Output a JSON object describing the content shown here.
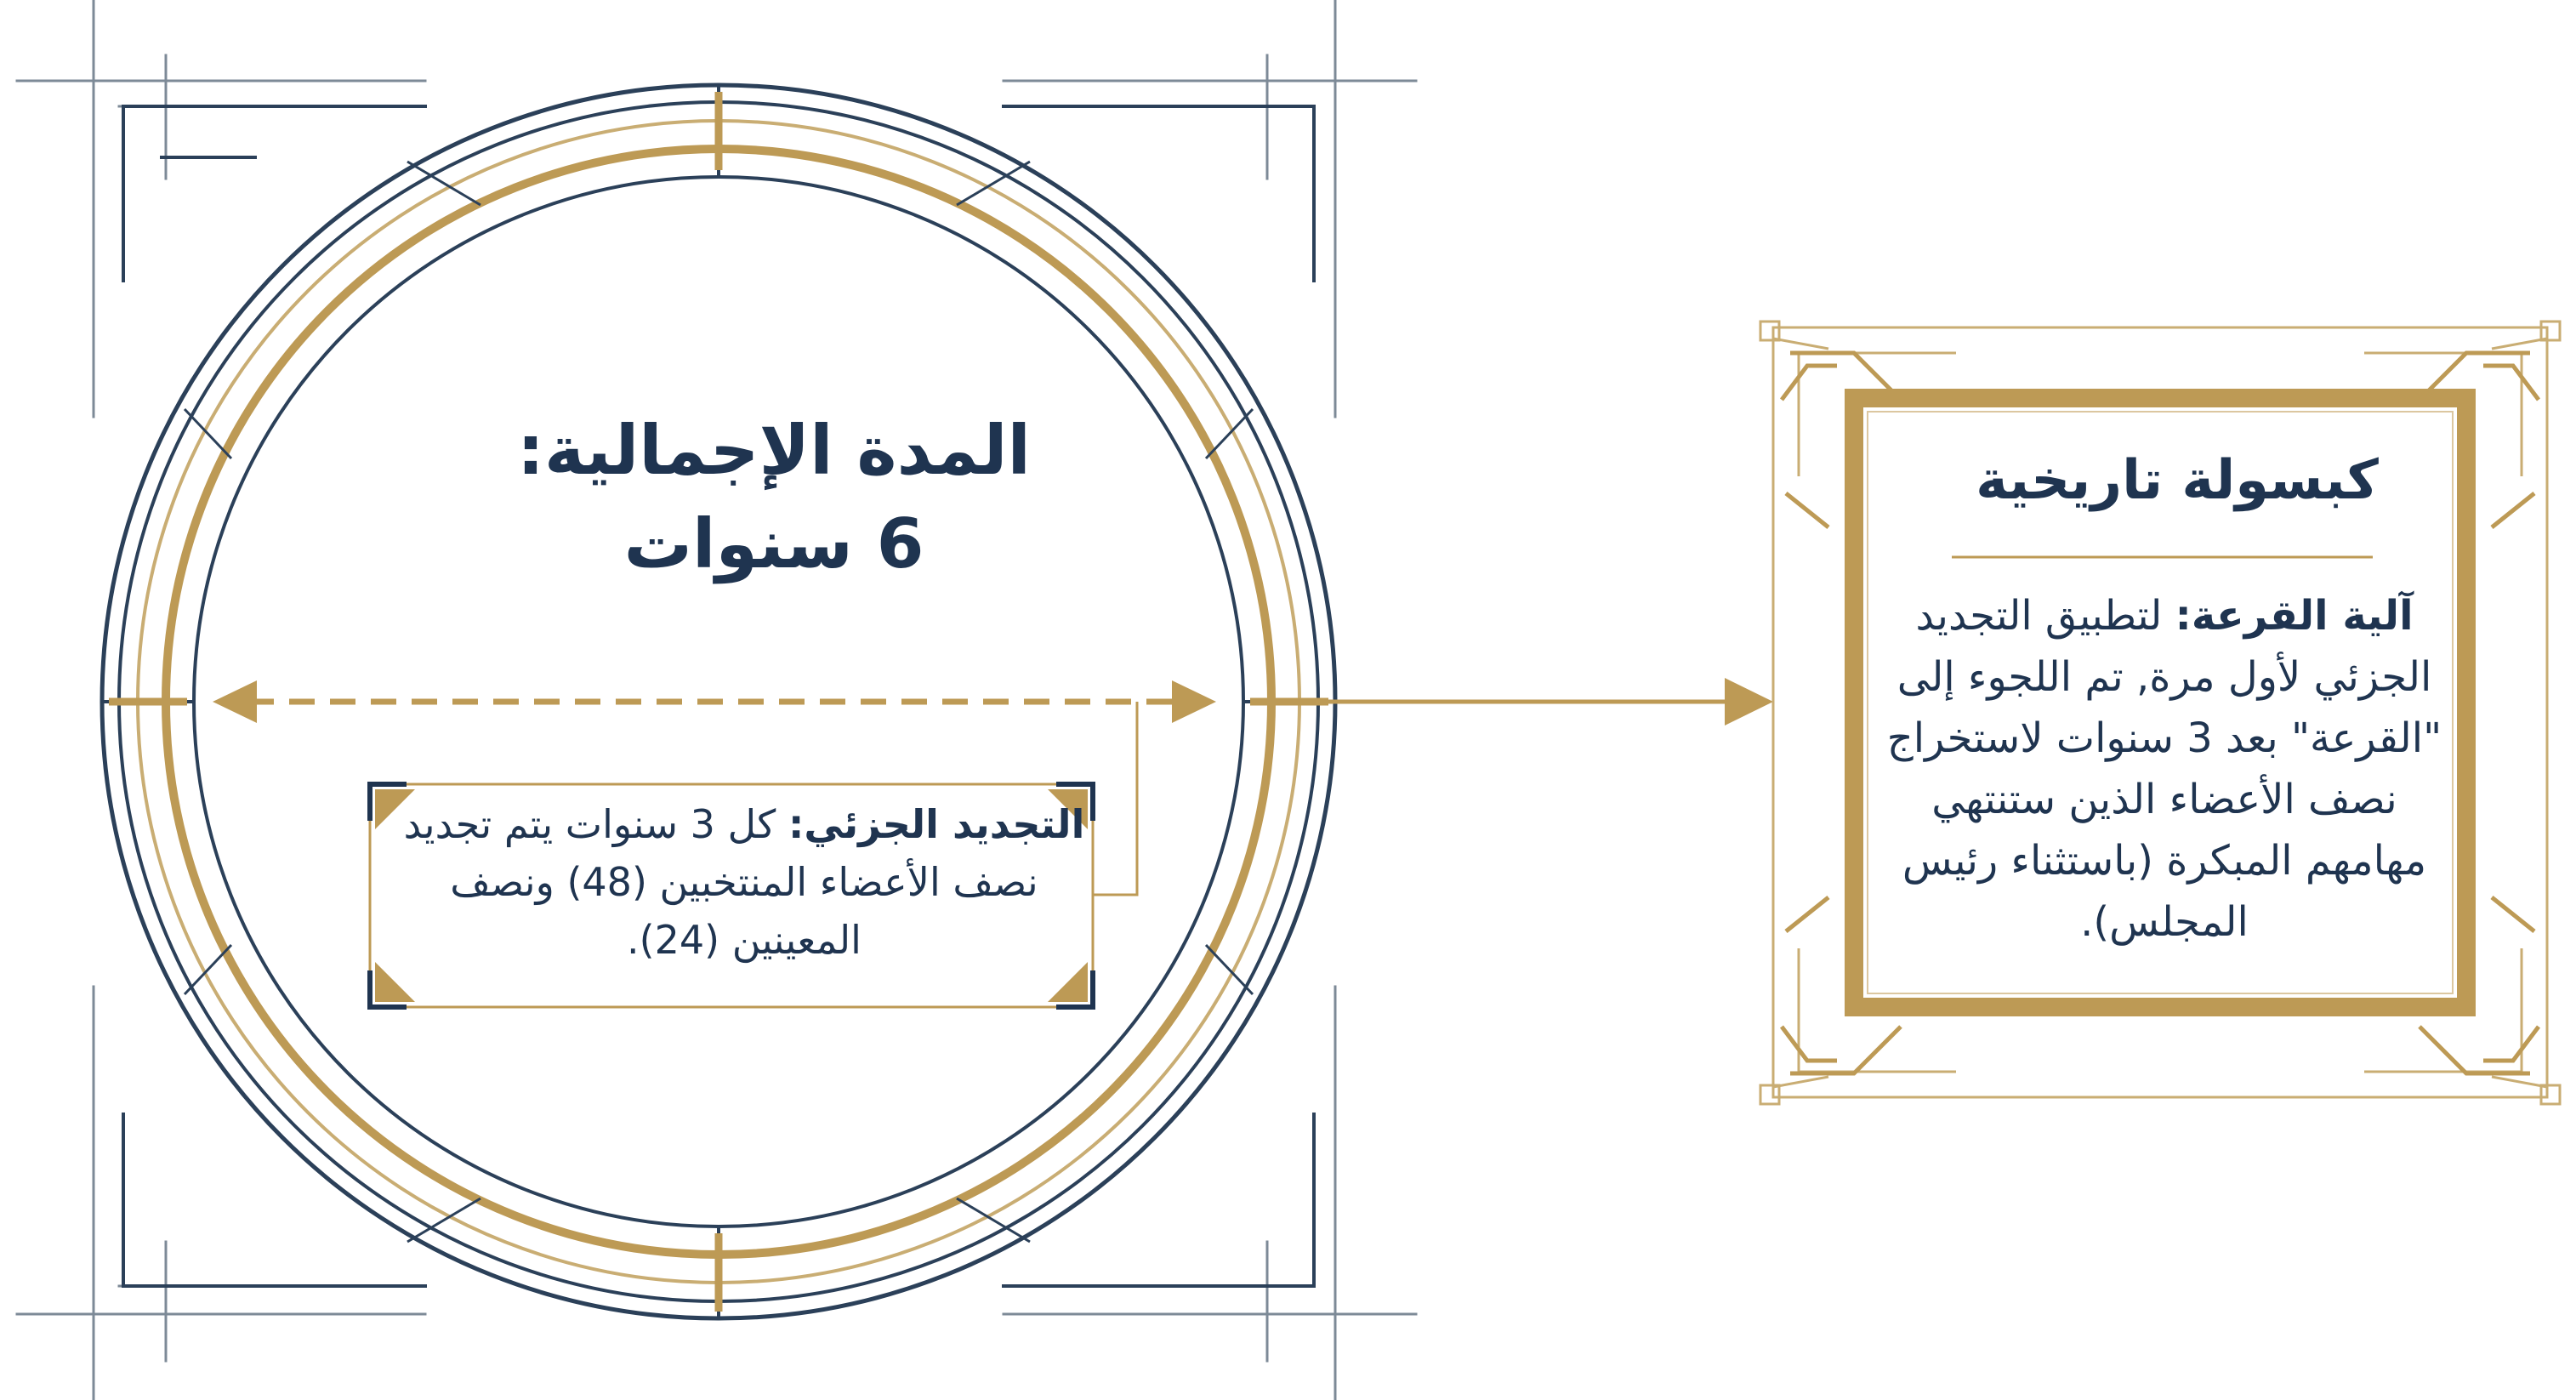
{
  "colors": {
    "navy": "#1f3450",
    "gold": "#bd9a55",
    "gold_light": "#dcc7a0",
    "slate": "#7d8a97",
    "background": "#ffffff"
  },
  "circle": {
    "title_line1": "المدة الإجمالية:",
    "title_line2": "6 سنوات"
  },
  "partial_renewal": {
    "label": "التجديد الجزئي:",
    "text": "كل 3 سنوات يتم تجديد نصف الأعضاء المنتخبين (48) ونصف المعينين (24)."
  },
  "capsule": {
    "title": "كبسولة تاريخية",
    "label": "آلية القرعة:",
    "text": "لتطبيق التجديد الجزئي لأول مرة, تم اللجوء إلى \"القرعة\" بعد 3 سنوات لاستخراج نصف الأعضاء الذين ستنتهي مهامهم المبكرة (باستثناء رئيس المجلس)."
  }
}
